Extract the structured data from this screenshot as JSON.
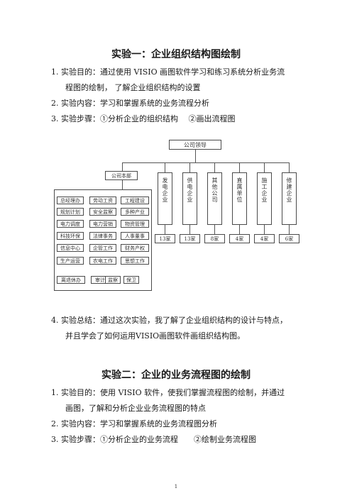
{
  "section1": {
    "title": "实验一：企业组织结构图绘制",
    "item1_line1": "1. 实验目的：通过使用 VISIO 画图软件学习和练习系统分析业务流",
    "item1_line2": "程图的绘制， 了解企业组织结构的设置",
    "item2": "2. 实验内容：学习和掌握系统的业务流程分析",
    "item3": "3. 实验步骤：①分析企业的组织结构　 ②画出流程图",
    "item4_line1": "4. 实验总结：通过这次实验，我了解了企业组织结构的设计与特点，",
    "item4_line2": "并且学会了如何运用VISIO画图软件画组织结构图。"
  },
  "orgchart": {
    "top": "公司领导",
    "hq": "公司本部",
    "departments": [
      [
        "总经理办",
        "劳动工资",
        "工程建设"
      ],
      [
        "规划计划",
        "安全监察",
        "多种产业"
      ],
      [
        "电力调度",
        "电力营销",
        "物资管理"
      ],
      [
        "科技环保",
        "法律事务",
        "人事董事"
      ],
      [
        "信息中心",
        "企管工作",
        "财务产权"
      ],
      [
        "生产运营",
        "农电工作",
        "思想工作"
      ],
      [
        "离退休办",
        "审计",
        "监察",
        "保卫"
      ]
    ],
    "branches": [
      {
        "name": "发电企业",
        "count": "13家"
      },
      {
        "name": "供电企业",
        "count": "13家"
      },
      {
        "name": "其他公司",
        "count": "8家"
      },
      {
        "name": "直属单位",
        "count": "4家"
      },
      {
        "name": "施工企业",
        "count": "4家"
      },
      {
        "name": "修建企业",
        "count": "6家"
      }
    ]
  },
  "section2": {
    "title": "实验二：企业的业务流程图的绘制",
    "item1_line1": "1. 实验目的：使用 VISIO 软件，使我们掌握流程图的绘制，并通过",
    "item1_line2": "画图，了解和分析企业业务流程图的特点",
    "item2": "2. 实验内容：学习和掌握系统的业务流程图分析",
    "item3": "3. 实验步骤：①分析企业的业务流程　　②绘制业务流程图"
  },
  "footer": {
    "page_number": "1"
  }
}
